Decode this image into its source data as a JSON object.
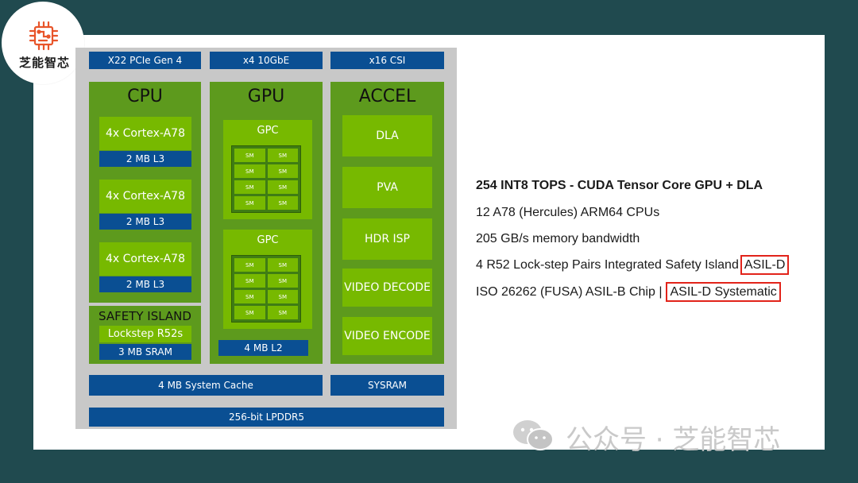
{
  "logo": {
    "text": "芝能智芯",
    "icon": "chip-icon"
  },
  "io": {
    "pcie": "X22 PCIe Gen 4",
    "ethernet": "x4 10GbE",
    "csi": "x16 CSI"
  },
  "cpu": {
    "title": "CPU",
    "clusters": [
      {
        "core": "4x Cortex-A78",
        "cache": "2 MB L3"
      },
      {
        "core": "4x Cortex-A78",
        "cache": "2 MB L3"
      },
      {
        "core": "4x Cortex-A78",
        "cache": "2 MB L3"
      }
    ]
  },
  "safety_island": {
    "title": "SAFETY ISLAND",
    "lockstep": "Lockstep R52s",
    "sram": "3 MB SRAM"
  },
  "gpu": {
    "title": "GPU",
    "gpcs": [
      {
        "label": "GPC",
        "sms": [
          "SM",
          "SM",
          "SM",
          "SM",
          "SM",
          "SM",
          "SM",
          "SM"
        ]
      },
      {
        "label": "GPC",
        "sms": [
          "SM",
          "SM",
          "SM",
          "SM",
          "SM",
          "SM",
          "SM",
          "SM"
        ]
      }
    ],
    "l2": "4 MB L2"
  },
  "accel": {
    "title": "ACCEL",
    "units": [
      "DLA",
      "PVA",
      "HDR ISP",
      "VIDEO DECODE",
      "VIDEO ENCODE"
    ]
  },
  "memory": {
    "system_cache": "4 MB System Cache",
    "sysram": "SYSRAM",
    "lpddr": "256-bit LPDDR5"
  },
  "specs": {
    "headline": "254 INT8 TOPS - CUDA Tensor Core GPU + DLA",
    "cpus": "12 A78 (Hercules) ARM64 CPUs",
    "bandwidth": "205 GB/s memory bandwidth",
    "safety": "4 R52 Lock-step Pairs Integrated Safety Island",
    "safety_badge": "ASIL-D",
    "fusa": "ISO 26262 (FUSA) ASIL-B Chip |",
    "fusa_badge": "ASIL-D Systematic"
  },
  "watermark": {
    "text": "公众号 · 芝能智芯",
    "icon": "wechat-icon"
  },
  "colors": {
    "background": "#204a4f",
    "diagram_gray": "#c8c8c8",
    "panel_green": "#5d9a1d",
    "block_green": "#77b900",
    "bus_blue": "#0a4f93",
    "highlight_red": "#e2231a"
  }
}
